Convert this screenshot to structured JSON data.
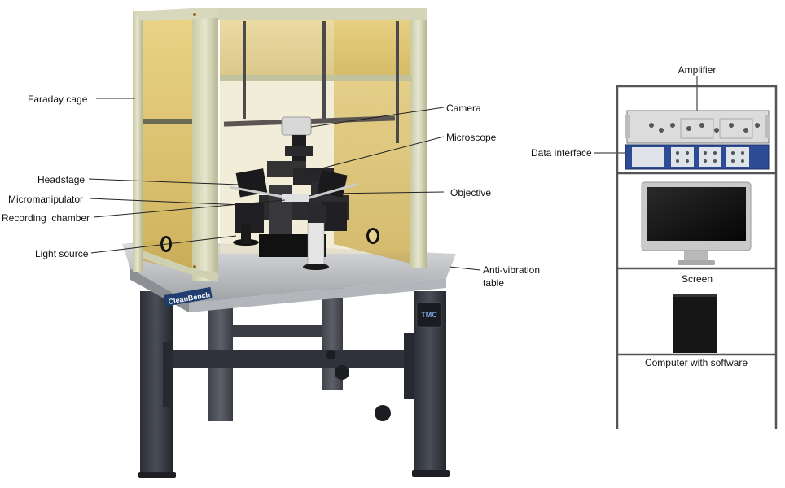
{
  "labels": {
    "faraday_cage": "Faraday cage",
    "camera": "Camera",
    "microscope": "Microscope",
    "headstage": "Headstage",
    "micromanipulator": "Micromanipulator",
    "recording_chamber": "Recording  chamber",
    "objective": "Objective",
    "light_source": "Light source",
    "anti_vibration_line1": "Anti-vibration",
    "anti_vibration_line2": "table",
    "amplifier": "Amplifier",
    "data_interface": "Data interface",
    "screen": "Screen",
    "computer": "Computer with software"
  },
  "branding": {
    "table_brand": "CleanBench",
    "tmc_logo": "TMC"
  }
}
